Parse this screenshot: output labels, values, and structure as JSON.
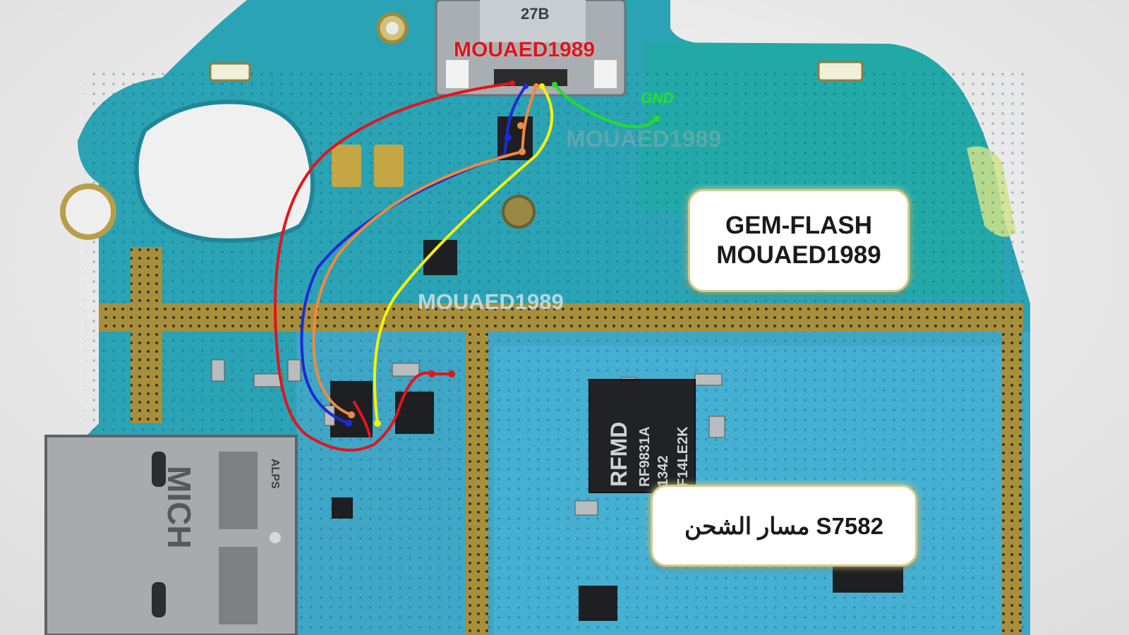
{
  "watermarks": {
    "top": "MOUAED1989",
    "middle": "MOUAED1989",
    "right": "MOUAED1989"
  },
  "labels": {
    "gnd": "GND"
  },
  "callouts": {
    "top_line1": "GEM-FLASH",
    "top_line2": "MOUAED1989",
    "bottom": "S7582 مسار الشحن"
  },
  "chip_markings": {
    "rf_line1": "RFMD",
    "rf_line2": "RF9831A",
    "rf_line3": "1342",
    "rf_line4": "F14LE2K",
    "sim_text": "MICH",
    "connector_text": "27B",
    "alps_text": "ALPS"
  },
  "colors": {
    "wire_red": "#e3141b",
    "wire_blue": "#1a2bd6",
    "wire_orange": "#f08a3c",
    "wire_yellow": "#f4f20a",
    "wire_green": "#22dd2a",
    "pcb_teal": "#2aa3b4",
    "pcb_blue": "#3fa6c6",
    "gold_trace": "#b9a24a"
  }
}
